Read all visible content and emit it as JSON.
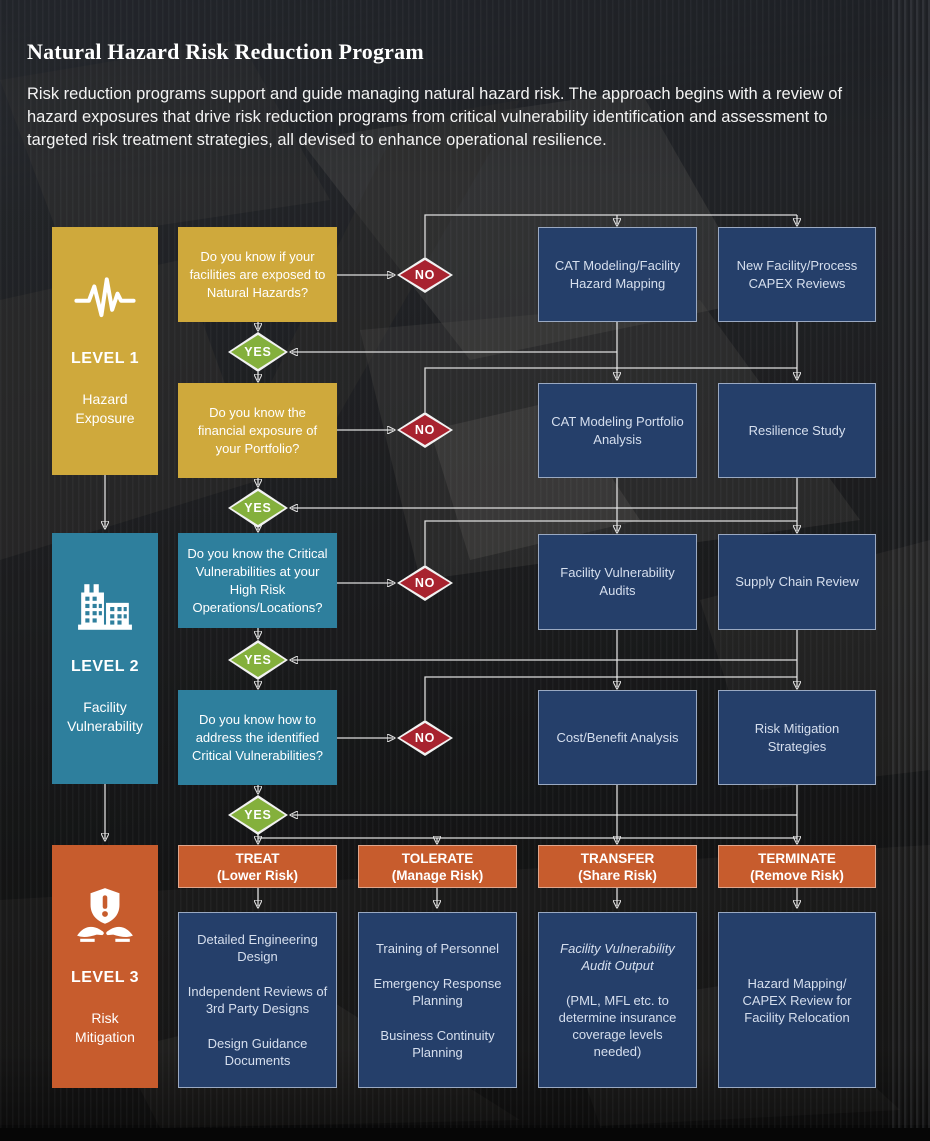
{
  "page": {
    "title": "Natural Hazard Risk Reduction Program",
    "intro": "Risk reduction programs support and guide managing natural hazard risk. The approach begins with a review of hazard exposures that drive risk reduction programs from critical vulnerability identification and assessment to targeted risk treatment strategies, all devised to enhance operational resilience."
  },
  "colors": {
    "level1_yellow": "#cfa93c",
    "level2_teal": "#2e7f9d",
    "level3_orange": "#c75c2d",
    "action_navy": "#253f6a",
    "no_red": "#a8232f",
    "yes_green": "#84b03c",
    "connector_line": "#e8e8e8"
  },
  "levels": [
    {
      "label": "LEVEL 1",
      "sublabel": "Hazard Exposure",
      "icon": "seismograph-icon"
    },
    {
      "label": "LEVEL 2",
      "sublabel": "Facility Vulnerability",
      "icon": "building-icon"
    },
    {
      "label": "LEVEL 3",
      "sublabel": "Risk Mitigation",
      "icon": "shield-hands-icon"
    }
  ],
  "decisions": {
    "yes_label": "YES",
    "no_label": "NO"
  },
  "questions": [
    {
      "text": "Do you know if your facilities are exposed to Natural Hazards?"
    },
    {
      "text": "Do you know the financial exposure of your Portfolio?"
    },
    {
      "text": "Do you know the Critical Vulnerabilities at your High Risk Operations/Locations?"
    },
    {
      "text": "Do you know how to address the identified Critical Vulnerabilities?"
    }
  ],
  "actions": [
    {
      "primary": "CAT Modeling/Facility Hazard Mapping",
      "secondary": "New Facility/Process CAPEX Reviews"
    },
    {
      "primary": "CAT Modeling Portfolio Analysis",
      "secondary": "Resilience Study"
    },
    {
      "primary": "Facility Vulnerability Audits",
      "secondary": "Supply Chain Review"
    },
    {
      "primary": "Cost/Benefit Analysis",
      "secondary": "Risk Mitigation Strategies"
    }
  ],
  "treatments": [
    {
      "title": "TREAT",
      "subtitle": "(Lower Risk)",
      "items": [
        "Detailed Engineering Design",
        "Independent Reviews of 3rd Party Designs",
        "Design Guidance Documents"
      ]
    },
    {
      "title": "TOLERATE",
      "subtitle": "(Manage Risk)",
      "items": [
        "Training of Personnel",
        "Emergency Response Planning",
        "Business Continuity Planning"
      ]
    },
    {
      "title": "TRANSFER",
      "subtitle": "(Share Risk)",
      "lead_italic": "Facility Vulnerability Audit Output",
      "items": [
        "(PML, MFL etc. to determine insurance coverage levels needed)"
      ]
    },
    {
      "title": "TERMINATE",
      "subtitle": "(Remove Risk)",
      "items": [
        "Hazard Mapping/ CAPEX Review for Facility Relocation"
      ]
    }
  ]
}
